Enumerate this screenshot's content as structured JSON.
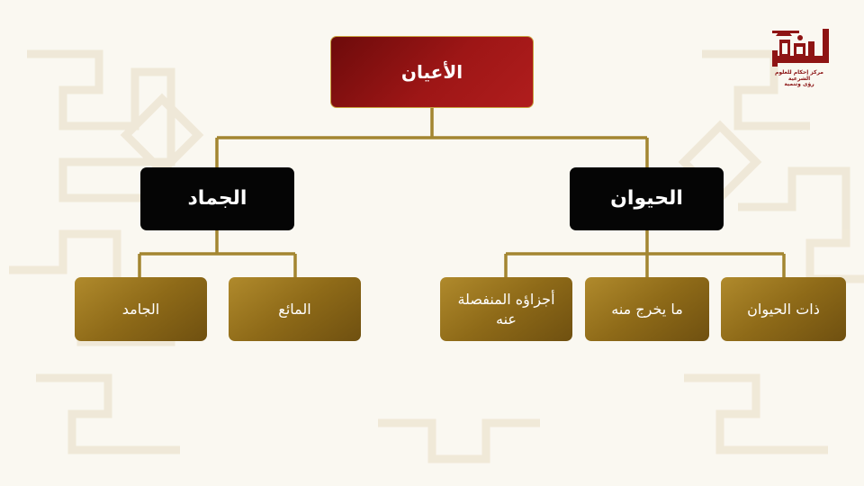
{
  "colors": {
    "root": "#9e1616",
    "level1": "#050505",
    "level2": "#8e6a18",
    "connector": "#a38631",
    "background": "#faf8f1"
  },
  "logo": {
    "subtitle_line1": "مركز إحكام للعلوم الشرعية",
    "subtitle_line2": "رؤى وتنمية"
  },
  "tree": {
    "root": "الأعيان",
    "right": {
      "label": "الحيوان",
      "children": [
        "ذات الحيوان",
        "ما يخرج منه",
        "أجزاؤه المنفصلة عنه"
      ]
    },
    "left": {
      "label": "الجماد",
      "children": [
        "المائع",
        "الجامد"
      ]
    }
  }
}
